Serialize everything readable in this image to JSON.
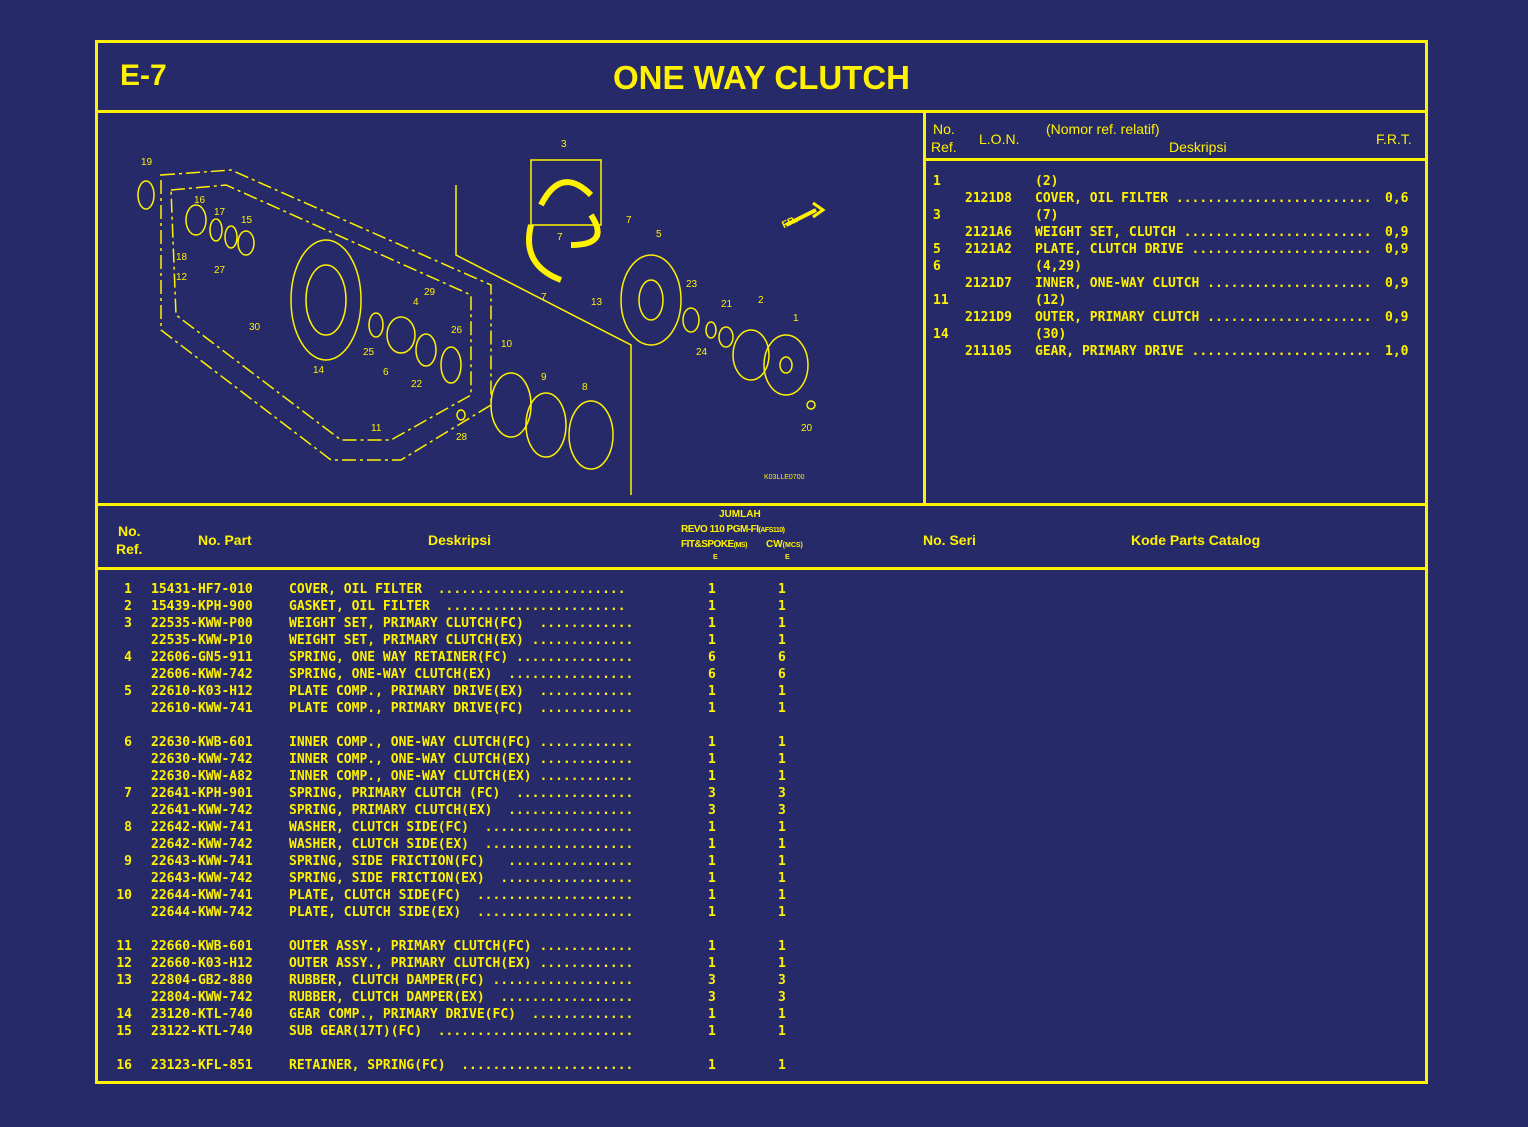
{
  "page": {
    "code": "E-7",
    "title": "ONE WAY CLUTCH",
    "background_color": "#272a68",
    "accent_color": "#fff200"
  },
  "diagram": {
    "description": "Exploded view of one way clutch assembly",
    "callouts": [
      "19",
      "16",
      "17",
      "15",
      "18",
      "27",
      "12",
      "30",
      "14",
      "25",
      "6",
      "4",
      "29",
      "22",
      "26",
      "11",
      "28",
      "10",
      "9",
      "8",
      "3",
      "7",
      "7",
      "7",
      "13",
      "5",
      "23",
      "24",
      "21",
      "2",
      "1",
      "20"
    ],
    "direction_label": "FR.",
    "drawing_code": "K03LLE0700"
  },
  "lon_table": {
    "headers": {
      "no_ref_1": "No.",
      "no_ref_2": "Ref.",
      "lon": "L.O.N.",
      "relative": "(Nomor ref. relatif)",
      "description": "Deskripsi",
      "frt": "F.R.T."
    },
    "rows": [
      {
        "ref": "1",
        "lon": "",
        "desc": "(2)",
        "frt": ""
      },
      {
        "ref": "",
        "lon": "2121D8",
        "desc": "COVER, OIL FILTER ......................... ",
        "frt": "0,6"
      },
      {
        "ref": "3",
        "lon": "",
        "desc": "(7)",
        "frt": ""
      },
      {
        "ref": "",
        "lon": "2121A6",
        "desc": "WEIGHT SET, CLUTCH ........................ ",
        "frt": "0,9"
      },
      {
        "ref": "5",
        "lon": "2121A2",
        "desc": "PLATE, CLUTCH DRIVE ....................... ",
        "frt": "0,9"
      },
      {
        "ref": "6",
        "lon": "",
        "desc": "(4,29)",
        "frt": ""
      },
      {
        "ref": "",
        "lon": "2121D7",
        "desc": "INNER, ONE-WAY CLUTCH ..................... ",
        "frt": "0,9"
      },
      {
        "ref": "11",
        "lon": "",
        "desc": "(12)",
        "frt": ""
      },
      {
        "ref": "",
        "lon": "2121D9",
        "desc": "OUTER, PRIMARY CLUTCH ..................... ",
        "frt": "0,9"
      },
      {
        "ref": "14",
        "lon": "",
        "desc": "(30)",
        "frt": ""
      },
      {
        "ref": "",
        "lon": "211105",
        "desc": "GEAR, PRIMARY DRIVE ....................... ",
        "frt": "1,0"
      }
    ]
  },
  "parts_table": {
    "headers": {
      "no_ref_1": "No.",
      "no_ref_2": "Ref.",
      "part_no": "No. Part",
      "description": "Deskripsi",
      "qty_title": "JUMLAH",
      "model": "REVO 110 PGM-FI",
      "model_code": "(AFS110)",
      "col1": "FIT&SPOKE",
      "col1_code": "(MS)",
      "col2": "CW",
      "col2_code": "(MCS)",
      "col_marker": "E",
      "serial": "No. Seri",
      "catalog": "Kode Parts Catalog"
    },
    "rows": [
      {
        "ref": "1",
        "part": "15431-HF7-010",
        "desc": "COVER, OIL FILTER  ........................",
        "q1": "1",
        "q2": "1"
      },
      {
        "ref": "2",
        "part": "15439-KPH-900",
        "desc": "GASKET, OIL FILTER  .......................",
        "q1": "1",
        "q2": "1"
      },
      {
        "ref": "3",
        "part": "22535-KWW-P00",
        "desc": "WEIGHT SET, PRIMARY CLUTCH(FC)  ............",
        "q1": "1",
        "q2": "1"
      },
      {
        "ref": "",
        "part": "22535-KWW-P10",
        "desc": "WEIGHT SET, PRIMARY CLUTCH(EX) .............",
        "q1": "1",
        "q2": "1"
      },
      {
        "ref": "4",
        "part": "22606-GN5-911",
        "desc": "SPRING, ONE WAY RETAINER(FC) ...............",
        "q1": "6",
        "q2": "6"
      },
      {
        "ref": "",
        "part": "22606-KWW-742",
        "desc": "SPRING, ONE-WAY CLUTCH(EX)  ................",
        "q1": "6",
        "q2": "6"
      },
      {
        "ref": "5",
        "part": "22610-K03-H12",
        "desc": "PLATE COMP., PRIMARY DRIVE(EX)  ............",
        "q1": "1",
        "q2": "1"
      },
      {
        "ref": "",
        "part": "22610-KWW-741",
        "desc": "PLATE COMP., PRIMARY DRIVE(FC)  ............",
        "q1": "1",
        "q2": "1"
      },
      {
        "gap": true
      },
      {
        "ref": "6",
        "part": "22630-KWB-601",
        "desc": "INNER COMP., ONE-WAY CLUTCH(FC) ............",
        "q1": "1",
        "q2": "1"
      },
      {
        "ref": "",
        "part": "22630-KWW-742",
        "desc": "INNER COMP., ONE-WAY CLUTCH(EX) ............",
        "q1": "1",
        "q2": "1"
      },
      {
        "ref": "",
        "part": "22630-KWW-A82",
        "desc": "INNER COMP., ONE-WAY CLUTCH(EX) ............",
        "q1": "1",
        "q2": "1"
      },
      {
        "ref": "7",
        "part": "22641-KPH-901",
        "desc": "SPRING, PRIMARY CLUTCH (FC)  ...............",
        "q1": "3",
        "q2": "3"
      },
      {
        "ref": "",
        "part": "22641-KWW-742",
        "desc": "SPRING, PRIMARY CLUTCH(EX)  ................",
        "q1": "3",
        "q2": "3"
      },
      {
        "ref": "8",
        "part": "22642-KWW-741",
        "desc": "WASHER, CLUTCH SIDE(FC)  ...................",
        "q1": "1",
        "q2": "1"
      },
      {
        "ref": "",
        "part": "22642-KWW-742",
        "desc": "WASHER, CLUTCH SIDE(EX)  ...................",
        "q1": "1",
        "q2": "1"
      },
      {
        "ref": "9",
        "part": "22643-KWW-741",
        "desc": "SPRING, SIDE FRICTION(FC)   ................",
        "q1": "1",
        "q2": "1"
      },
      {
        "ref": "",
        "part": "22643-KWW-742",
        "desc": "SPRING, SIDE FRICTION(EX)  .................",
        "q1": "1",
        "q2": "1"
      },
      {
        "ref": "10",
        "part": "22644-KWW-741",
        "desc": "PLATE, CLUTCH SIDE(FC)  ....................",
        "q1": "1",
        "q2": "1"
      },
      {
        "ref": "",
        "part": "22644-KWW-742",
        "desc": "PLATE, CLUTCH SIDE(EX)  ....................",
        "q1": "1",
        "q2": "1"
      },
      {
        "gap": true
      },
      {
        "ref": "11",
        "part": "22660-KWB-601",
        "desc": "OUTER ASSY., PRIMARY CLUTCH(FC) ............",
        "q1": "1",
        "q2": "1"
      },
      {
        "ref": "12",
        "part": "22660-K03-H12",
        "desc": "OUTER ASSY., PRIMARY CLUTCH(EX) ............",
        "q1": "1",
        "q2": "1"
      },
      {
        "ref": "13",
        "part": "22804-GB2-880",
        "desc": "RUBBER, CLUTCH DAMPER(FC) ..................",
        "q1": "3",
        "q2": "3"
      },
      {
        "ref": "",
        "part": "22804-KWW-742",
        "desc": "RUBBER, CLUTCH DAMPER(EX)  .................",
        "q1": "3",
        "q2": "3"
      },
      {
        "ref": "14",
        "part": "23120-KTL-740",
        "desc": "GEAR COMP., PRIMARY DRIVE(FC)  .............",
        "q1": "1",
        "q2": "1"
      },
      {
        "ref": "15",
        "part": "23122-KTL-740",
        "desc": "SUB GEAR(17T)(FC)  .........................",
        "q1": "1",
        "q2": "1"
      },
      {
        "gap": true
      },
      {
        "ref": "16",
        "part": "23123-KFL-851",
        "desc": "RETAINER, SPRING(FC)  ......................",
        "q1": "1",
        "q2": "1"
      }
    ]
  }
}
